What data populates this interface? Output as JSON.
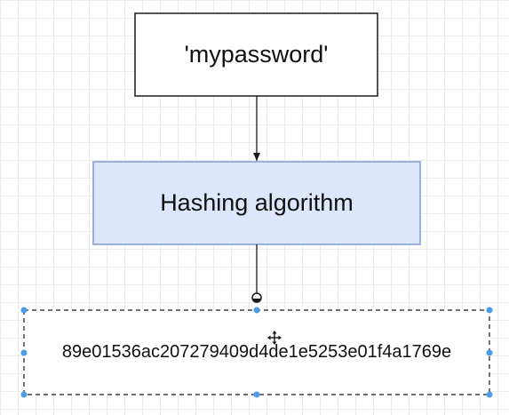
{
  "nodes": {
    "input": {
      "text": "'mypassword'",
      "fill": "#ffffff",
      "stroke": "#1a1a1a"
    },
    "process": {
      "text": "Hashing algorithm",
      "fill": "#dce7fb",
      "stroke": "#7d9ccf"
    },
    "output": {
      "text": "89e01536ac207279409d4de1e5253e01f4a1769e",
      "fill": "#ffffff",
      "stroke": "#1a1a1a",
      "selected": true
    }
  },
  "edges": [
    {
      "from": "input",
      "to": "process"
    },
    {
      "from": "process",
      "to": "output"
    }
  ],
  "colors": {
    "selection_handle": "#4a9be8",
    "grid": "#ececec"
  }
}
